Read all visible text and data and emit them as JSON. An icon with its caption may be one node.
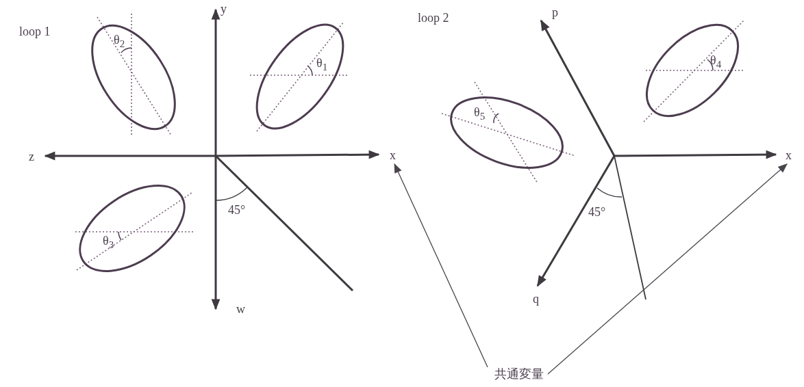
{
  "diagram": {
    "nodes": [
      {
        "text": [
          "共通変量"
        ]
      },
      {
        "text": [
          "x"
        ]
      },
      {
        "text": [
          "x"
        ]
      }
    ],
    "edges": [
      {
        "from": 0,
        "to": 1,
        "arrow": "to"
      },
      {
        "from": 0,
        "to": 2,
        "arrow": "to"
      }
    ],
    "labels": [
      "loop 1",
      "y",
      "θ$_{2}$",
      "θ$_{1}$",
      "z",
      "45°",
      "θ$_{3}$",
      "w",
      "loop 2",
      "p",
      "θ$_{4}$",
      "θ$_{5}$",
      "45°",
      "q"
    ]
  }
}
